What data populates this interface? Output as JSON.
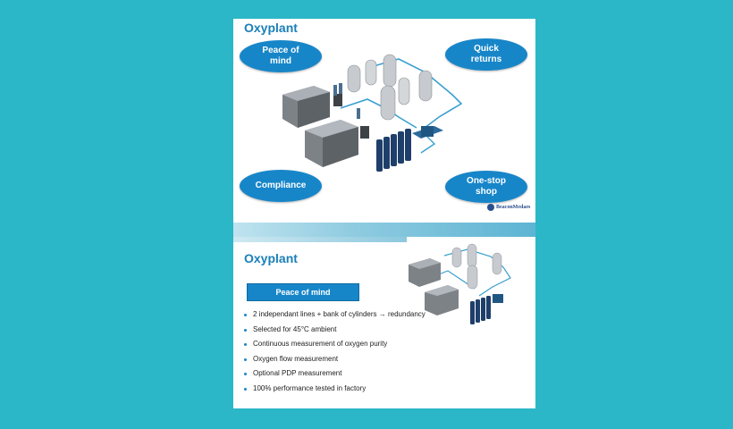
{
  "slide1": {
    "title": "Oxyplant",
    "ovals": {
      "peace_of_mind": "Peace of mind",
      "quick_returns": "Quick returns",
      "compliance": "Compliance",
      "one_stop_shop": "One-stop shop"
    },
    "logo": {
      "name": "BeaconMedaes",
      "icon": "beacon-logo-icon"
    }
  },
  "slide2": {
    "title": "Oxyplant",
    "button_label": "Peace of mind",
    "bullets": [
      "2 independant lines + bank of cylinders → redundancy",
      "Selected for 45°C ambient",
      "Continuous measurement of oxygen purity",
      "Oxygen flow measurement",
      "Optional PDP measurement",
      "100% performance tested in factory"
    ]
  },
  "colors": {
    "background": "#2bb7c7",
    "accent": "#1786c9",
    "title": "#1a7fb8"
  }
}
